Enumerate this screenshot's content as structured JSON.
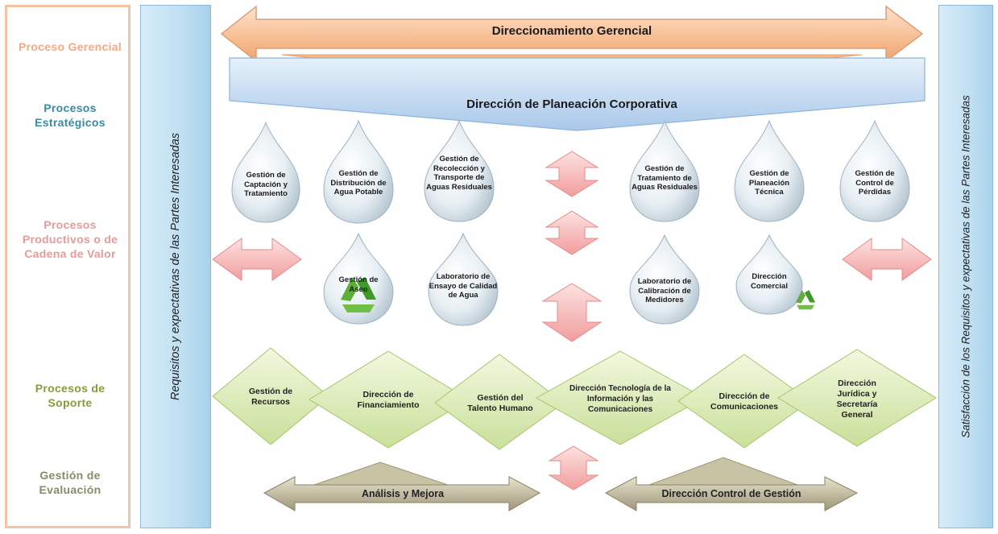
{
  "categories": [
    {
      "label": "Proceso Gerencial",
      "color": "#f3a988"
    },
    {
      "label": "Procesos Estratégicos",
      "color": "#3a8aa0"
    },
    {
      "label": "Procesos Productivos o de Cadena de Valor",
      "color": "#e89a9a"
    },
    {
      "label": "Procesos de Soporte",
      "color": "#8a9a3c"
    },
    {
      "label": "Gestión de Evaluación",
      "color": "#8a8a6a"
    }
  ],
  "left_bar": "Requisitos y expectativas de las Partes Interesadas",
  "right_bar": "Satisfacción de los Requisitos y expectativas de las Partes Interesadas",
  "top_arrow": "Direccionamiento Gerencial",
  "planeacion": "Dirección de Planeación Corporativa",
  "drops_row1": [
    "Gestión de Captación y Tratamiento",
    "Gestión de Distribución de Agua Potable",
    "Gestión de Recolección y Transporte de Aguas Residuales",
    "Gestión de Tratamiento de Aguas Residuales",
    "Gestión de Planeación Técnica",
    "Gestión de Control de Pérdidas"
  ],
  "drops_row2": [
    "Gestión de Aseo",
    "Laboratorio de Ensayo de Calidad de Agua",
    "Laboratorio de Calibración de Medidores",
    "Dirección Comercial"
  ],
  "support": [
    "Gestión de Recursos",
    "Dirección de Financiamiento",
    "Gestión del Talento Humano",
    "Dirección Tecnología de la Información y las Comunicaciones",
    "Dirección de Comunicaciones",
    "Dirección Jurídica y Secretaría General"
  ],
  "evaluation": [
    "Análisis y Mejora",
    "Dirección Control de Gestión"
  ],
  "icons": [
    "recycle-icon",
    "recycle-icon"
  ]
}
